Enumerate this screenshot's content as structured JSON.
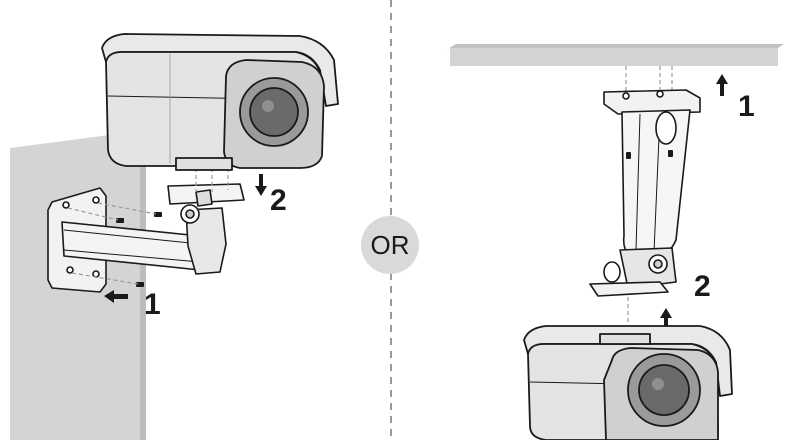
{
  "panels": {
    "left": {
      "surface": "wall",
      "step_labels": [
        "1",
        "2"
      ]
    },
    "right": {
      "surface": "ceiling",
      "step_labels": [
        "1",
        "2"
      ]
    }
  },
  "separator": {
    "label": "OR"
  },
  "colors": {
    "surface_fill": "#d4d4d4",
    "camera_body": "#e6e6e6",
    "camera_shade": "#cfcfcf",
    "lens_dark": "#6a6a6a",
    "outline": "#1a1a1a",
    "guide_line": "#9a9a9a",
    "or_badge": "#d9d9d9"
  }
}
